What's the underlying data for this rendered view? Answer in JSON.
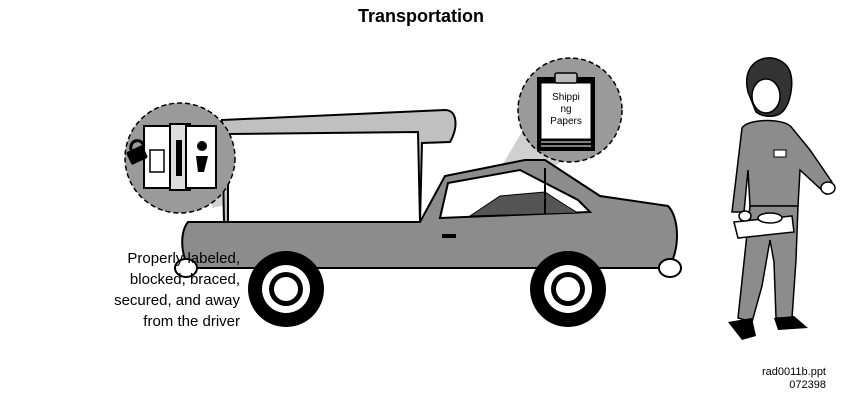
{
  "title": "Transportation",
  "caption": {
    "lines": [
      "Properly labeled,",
      "blocked, braced,",
      "secured, and away",
      "from the driver"
    ]
  },
  "papers": {
    "lines": [
      "Shippi",
      "ng",
      "Papers"
    ]
  },
  "footer": {
    "file": "rad0011b.ppt",
    "code": "072398"
  },
  "colors": {
    "vehicle_body": "#8c8c8c",
    "canopy": "#c0c0c0",
    "callout_bubble": "#9a9a9a",
    "callout_beam": "#d0d0d0",
    "figure_clothing": "#8c8c8c"
  }
}
